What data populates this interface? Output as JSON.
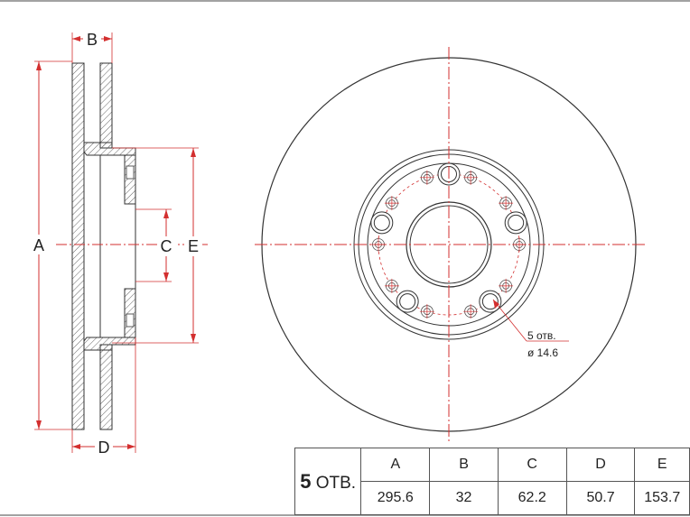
{
  "side_view": {
    "labels": {
      "a": "A",
      "b": "B",
      "c": "C",
      "d": "D",
      "e": "E"
    }
  },
  "front_view": {
    "callout": {
      "line1": "5 отв.",
      "line2": "ø 14.6"
    }
  },
  "spec_table": {
    "holes_number": "5",
    "holes_unit": "ОТВ.",
    "headers": [
      "A",
      "B",
      "C",
      "D",
      "E"
    ],
    "values": [
      "295.6",
      "32",
      "62.2",
      "50.7",
      "153.7"
    ]
  },
  "colors": {
    "outline": "#333333",
    "dimension": "#d32f2f",
    "hatch": "#555555",
    "table_border": "#555555"
  }
}
